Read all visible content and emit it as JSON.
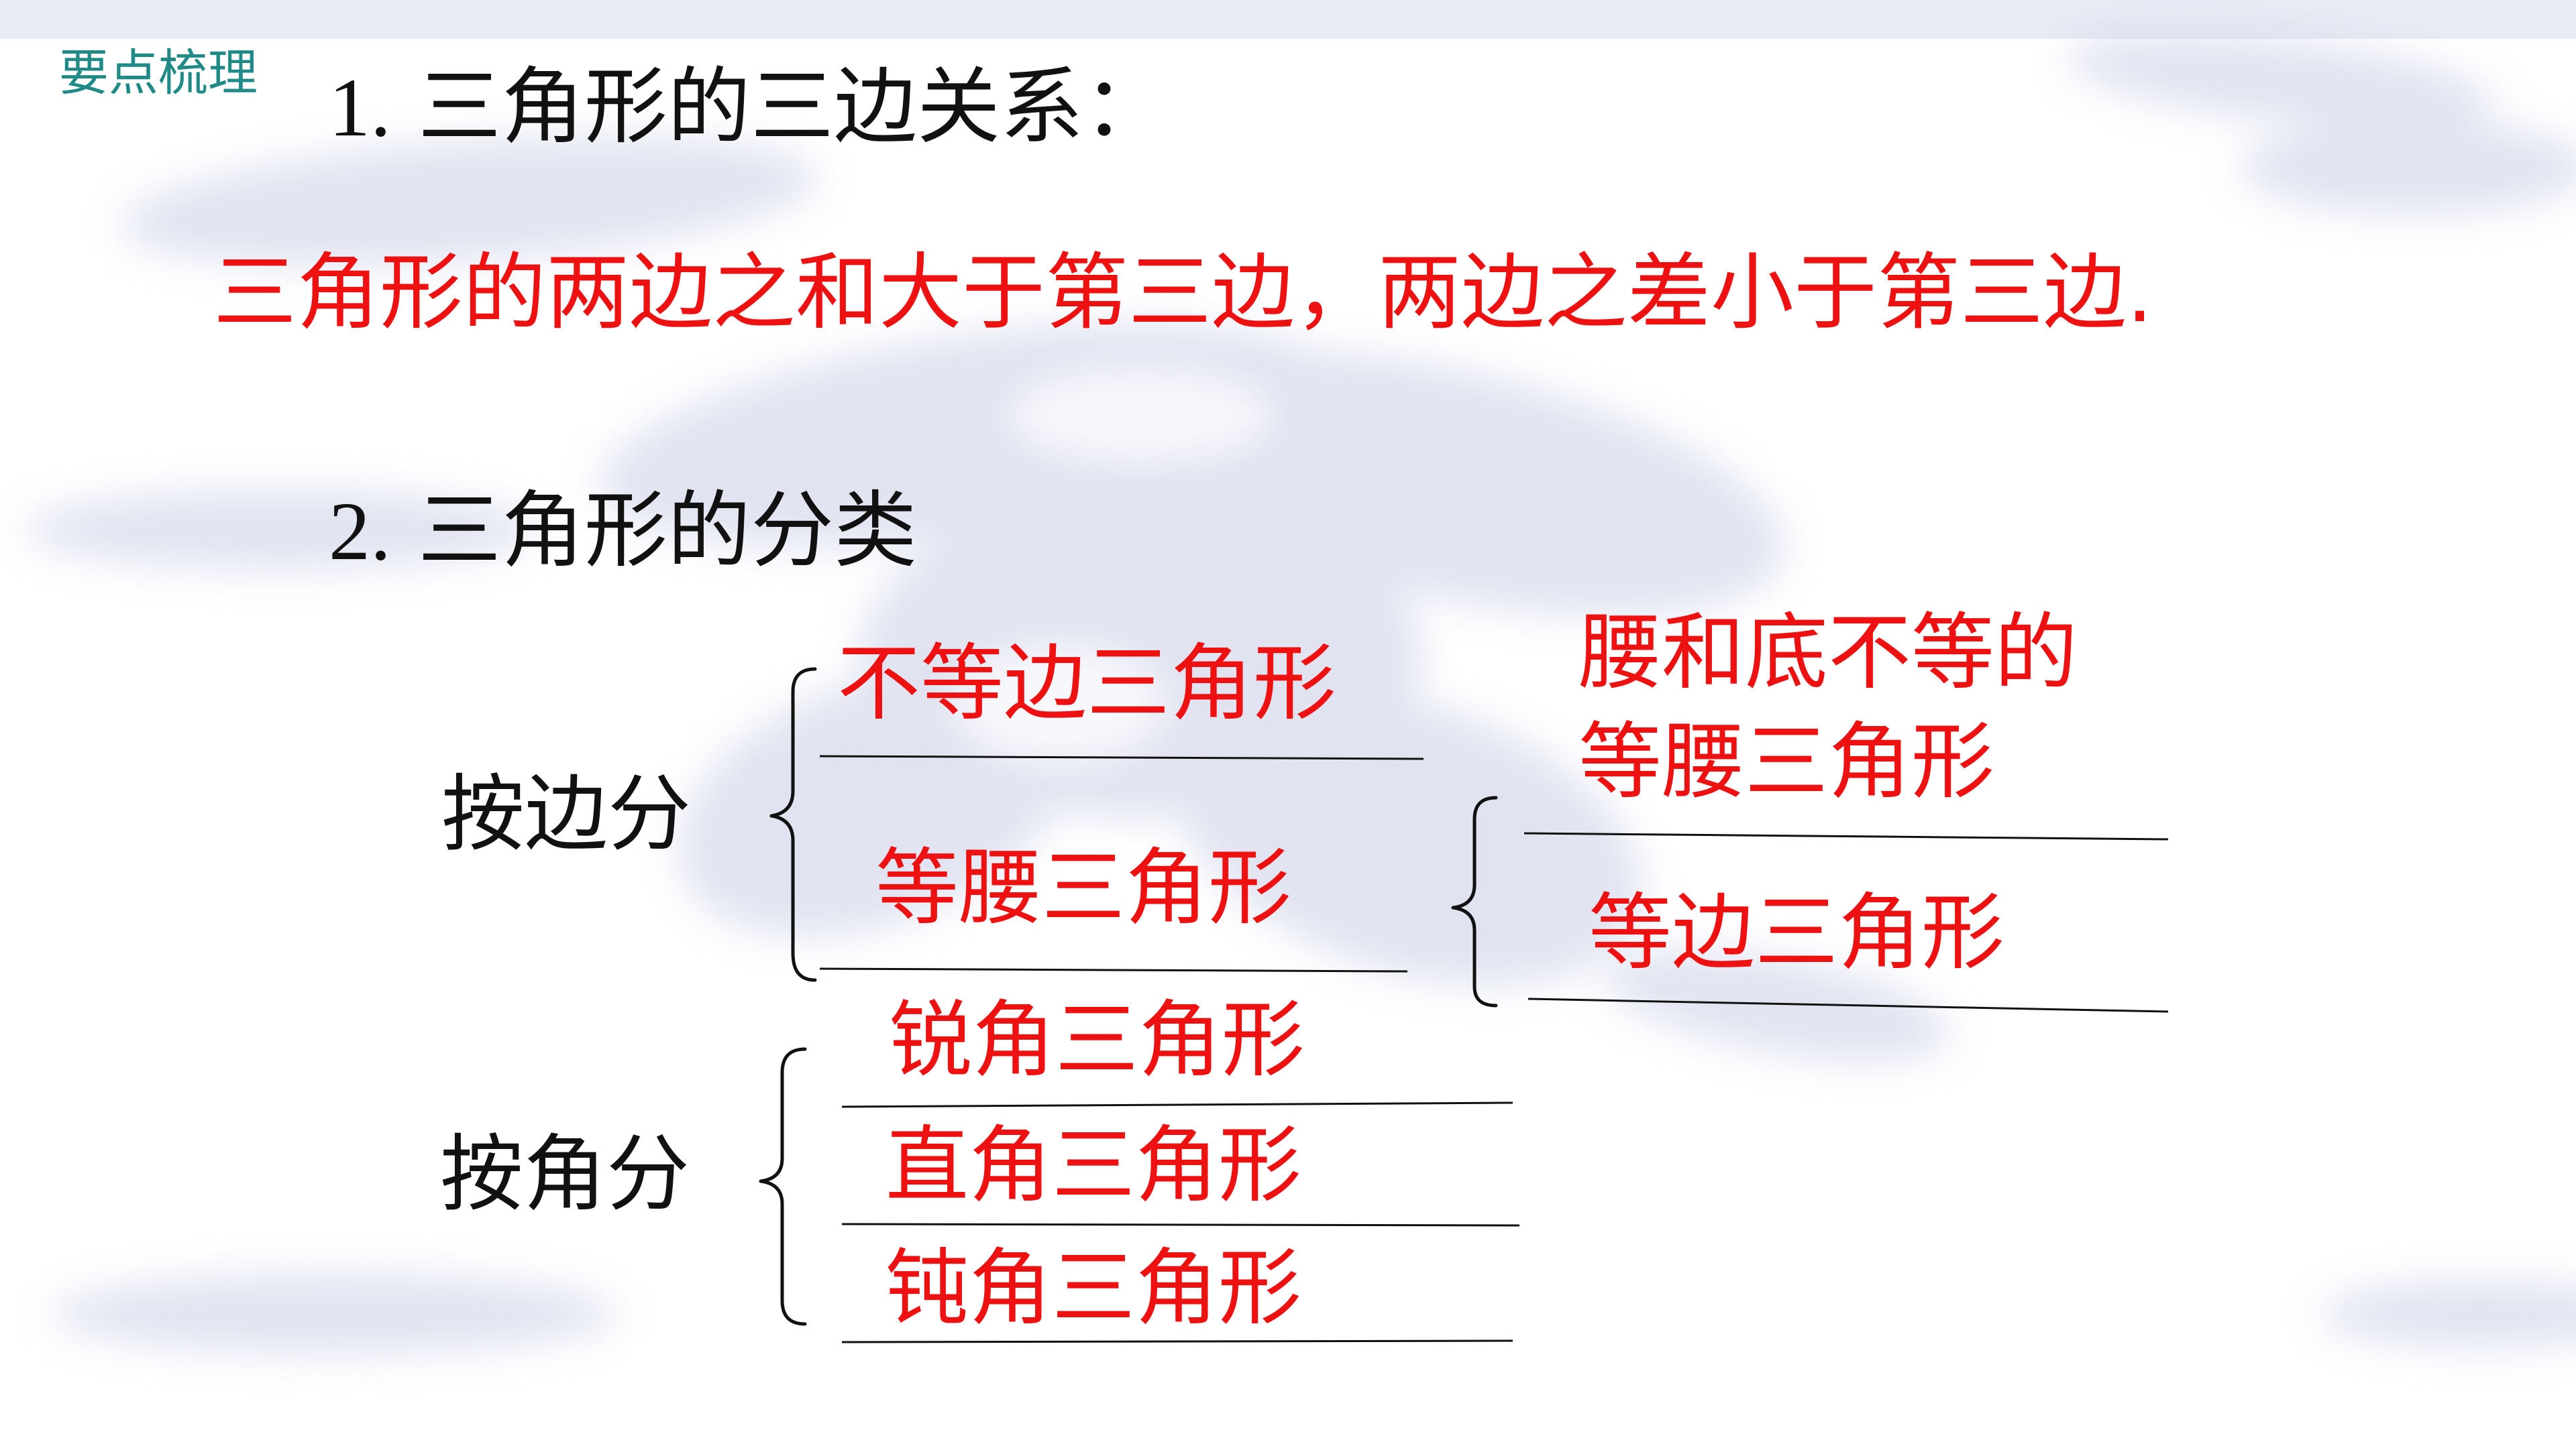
{
  "slide": {
    "section_tag": "要点梳理",
    "heading_1": {
      "number": "1.",
      "text": "三角形的三边关系："
    },
    "triangle_rule": "三角形的两边之和大于第三边，两边之差小于第三边.",
    "heading_2": {
      "number": "2.",
      "text": "三角形的分类"
    }
  },
  "classification": {
    "by_side": {
      "label": "按边分",
      "scalene": "不等边三角形",
      "isosceles": "等腰三角形",
      "isosceles_subtypes": {
        "unequal_line_1": "腰和底不等的",
        "unequal_line_2": "等腰三角形",
        "equilateral": "等边三角形"
      }
    },
    "by_angle": {
      "label": "按角分",
      "acute": "锐角三角形",
      "right": "直角三角形",
      "obtuse": "钝角三角形"
    }
  },
  "colors": {
    "answer_red": "#ee1111",
    "heading_text": "#111111",
    "section_tag": "#1f8a86",
    "top_bar": "#e8eaf4",
    "decoration": "#c9cde6"
  }
}
